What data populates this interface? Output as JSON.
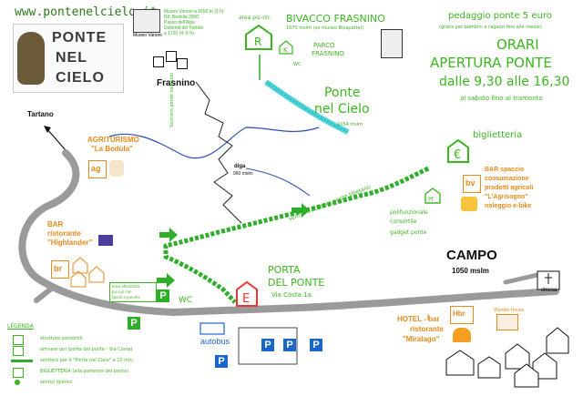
{
  "header": {
    "website": "www.pontenelcielo.it"
  },
  "logo": {
    "line1": "PONTE",
    "line2": "NEL",
    "line3": "CIELO"
  },
  "museum": {
    "label": "Museo Vanoni",
    "caption_lines": [
      "Museo Vanoni a 1650 m (2 h)",
      "Rif. Bedolla 2000",
      "Passo dell'Alpe",
      "Dolomiti del Partido",
      "a 1720 (4 -5 h)"
    ]
  },
  "bivacco": {
    "title": "BIVACCO FRASNINO",
    "subtitle": "1070 mslm (ex museo Bivapattel)",
    "area_label": "area pic-nic"
  },
  "parco": {
    "line1": "PARCO",
    "line2": "FRASNINO"
  },
  "places": {
    "frasnino": "Frasnino",
    "tartano": "Tartano",
    "campo": "CAMPO",
    "campo_alt": "1050 mslm",
    "chiesa": "chiesa",
    "autobus": "autobus",
    "wc": "WC",
    "wc_small": "WC"
  },
  "toll": {
    "title": "pedaggio ponte 5 euro",
    "note": "(gratis per bambini e ragazzi fino alle medie)"
  },
  "hours": {
    "l1": "ORARI",
    "l2": "APERTURA PONTE",
    "l3": "dalle 9,30 alle 16,30",
    "l4": "al sabato fino al tramonto"
  },
  "bridge": {
    "l1": "Ponte",
    "l2": "nel Cielo",
    "alt": "1054 mslm"
  },
  "dam": {
    "l1": "diga",
    "l2": "960 mslm"
  },
  "vertical_path": "Sentiero ponte nel Cielo",
  "ticket": {
    "label": "biglietteria"
  },
  "poli": {
    "l1": "polifunzionale",
    "l2": "consortile",
    "l3": "gadget ponte"
  },
  "bar_spaccio": {
    "l1": "BAR spaccio",
    "l2": "consumazione",
    "l3": "prodotti agricoli",
    "l4": "\"L'Agrisogno\"",
    "l5": "noleggio e-bike",
    "icon": "bv"
  },
  "agriturismo": {
    "l1": "AGRITURISMO",
    "l2": "\"La Bedùla\"",
    "icon": "ag"
  },
  "bar_highlander": {
    "l1": "BAR",
    "l2": "ristorante",
    "l3": "\"Highlander\"",
    "icon": "br"
  },
  "access_trail": "sentiero accesso ponte tibetano",
  "porta": {
    "l1": "PORTA",
    "l2": "DEL PONTE",
    "address": "Via Costa 1a",
    "icon": "E"
  },
  "picnic_area": {
    "l1": "area attrezzata",
    "l2": "pic-nic con",
    "l3": "tavoli e panche"
  },
  "hotel": {
    "l1": "HOTEL - bar",
    "l2": "ristorante",
    "l3": "\"Miralago\"",
    "icon": "Hbr"
  },
  "wonder_house": {
    "label": "Wonder House"
  },
  "parking_symbol": "P",
  "legend": {
    "title": "LEGENDA",
    "items": [
      "strutture consortili",
      "arrivare qui (porta del ponte - Via Costa)",
      "sentiero per il \"Ponte nel Cielo\" a 10 min.",
      "BIGLIETTERIA (alla partenza del ponte)",
      "servizi igienici"
    ]
  },
  "colors": {
    "green": "#3cb521",
    "orange": "#e88a1c",
    "road": "#9a9a9a",
    "river": "#2d4fb5",
    "bridge": "#4ad4d8",
    "parking": "#1a67c9"
  }
}
